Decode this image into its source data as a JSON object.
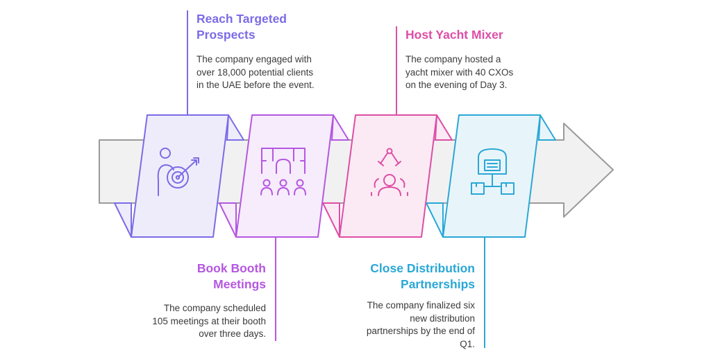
{
  "colors": {
    "arrow_fill": "#f1f1f1",
    "arrow_stroke": "#9a9a9a",
    "step1": "#7b6be6",
    "step2": "#b457e0",
    "step3": "#dd4ea6",
    "step4": "#2aa7d6",
    "step1_fill": "#eeecfb",
    "step2_fill": "#f6ecfb",
    "step3_fill": "#fbeaf4",
    "step4_fill": "#e7f5fb"
  },
  "steps": [
    {
      "title": "Reach Targeted Prospects",
      "title_lines": [
        "Reach Targeted",
        "Prospects"
      ],
      "desc_lines": [
        "The company engaged with",
        "over 18,000 potential clients",
        "in the UAE before the event."
      ],
      "icon": "target-person-icon"
    },
    {
      "title": "Book Booth Meetings",
      "title_lines": [
        "Book Booth",
        "Meetings"
      ],
      "desc_lines": [
        "The company scheduled",
        "105 meetings at their booth",
        "over three days."
      ],
      "icon": "meeting-group-icon"
    },
    {
      "title": "Host Yacht Mixer",
      "title_lines": [
        "Host Yacht Mixer"
      ],
      "desc_lines": [
        "The company hosted a",
        "yacht mixer with 40 CXOs",
        "on the evening of Day 3."
      ],
      "icon": "networking-person-icon"
    },
    {
      "title": "Close Distribution Partnerships",
      "title_lines": [
        "Close Distribution",
        "Partnerships"
      ],
      "desc_lines": [
        "The company finalized six",
        "new distribution",
        "partnerships by the end of",
        "Q1."
      ],
      "icon": "warehouse-distribution-icon"
    }
  ]
}
